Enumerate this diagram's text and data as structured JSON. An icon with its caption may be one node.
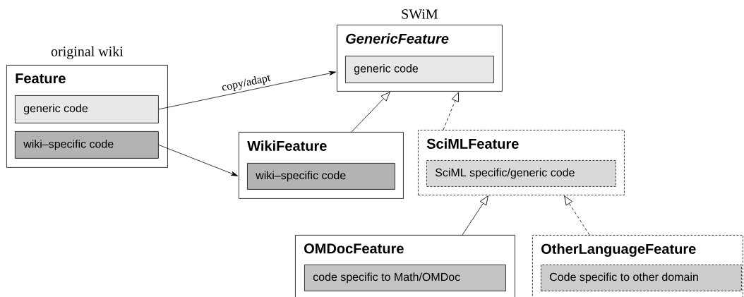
{
  "diagram": {
    "nodes": [
      {
        "text": [
          "Feature"
        ],
        "beside": [
          "original wiki"
        ]
      },
      {
        "text": [
          "generic code"
        ],
        "in": 0
      },
      {
        "text": [
          "wiki–specific code"
        ],
        "in": 0
      },
      {
        "text": [
          "GenericFeature"
        ],
        "beside": [
          "SWiM"
        ]
      },
      {
        "text": [
          "generic code"
        ],
        "in": 3
      },
      {
        "text": [
          "WikiFeature"
        ]
      },
      {
        "text": [
          "wiki–specific code"
        ],
        "in": 5
      },
      {
        "text": [
          "SciMLFeature"
        ]
      },
      {
        "text": [
          "SciML specific/generic code"
        ],
        "in": 7
      },
      {
        "text": [
          "OMDocFeature"
        ]
      },
      {
        "text": [
          "code specific to Math/OMDoc"
        ],
        "in": 9
      },
      {
        "text": [
          "OtherLanguageFeature"
        ]
      },
      {
        "text": [
          "Code specific to other domain"
        ],
        "in": 11
      }
    ],
    "edges": [
      {
        "from": 1,
        "to": 3,
        "arrow": "to",
        "label": "copy/adapt"
      },
      {
        "from": 2,
        "to": 5,
        "arrow": "to"
      },
      {
        "from": 5,
        "to": 3,
        "arrow": "to"
      },
      {
        "from": 7,
        "to": 3,
        "arrow": "to",
        "style": "dashed"
      },
      {
        "from": 9,
        "to": 7,
        "arrow": "to"
      },
      {
        "from": 11,
        "to": 7,
        "arrow": "to",
        "style": "dashed"
      }
    ]
  }
}
